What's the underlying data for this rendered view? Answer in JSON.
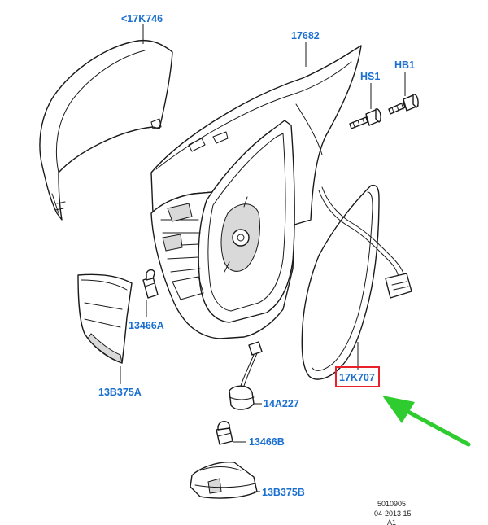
{
  "callouts": {
    "cover": "<17K746",
    "housing": "17682",
    "screw_hs1": "HS1",
    "screw_hb1": "HB1",
    "bulb_left": "13466A",
    "lamp_left": "13B375A",
    "glass": "17K707",
    "harness": "14A227",
    "bulb_bottom": "13466B",
    "lamp_bottom": "13B375B"
  },
  "footer": {
    "ref_number": "5010905",
    "date_code": "04-2013 15",
    "sheet": "A1"
  },
  "colors": {
    "callout_text": "#1a6fd0",
    "highlight_box": "#e8202a",
    "pointer_arrow": "#2ecc2e",
    "line_art": "#1a1a1a"
  }
}
